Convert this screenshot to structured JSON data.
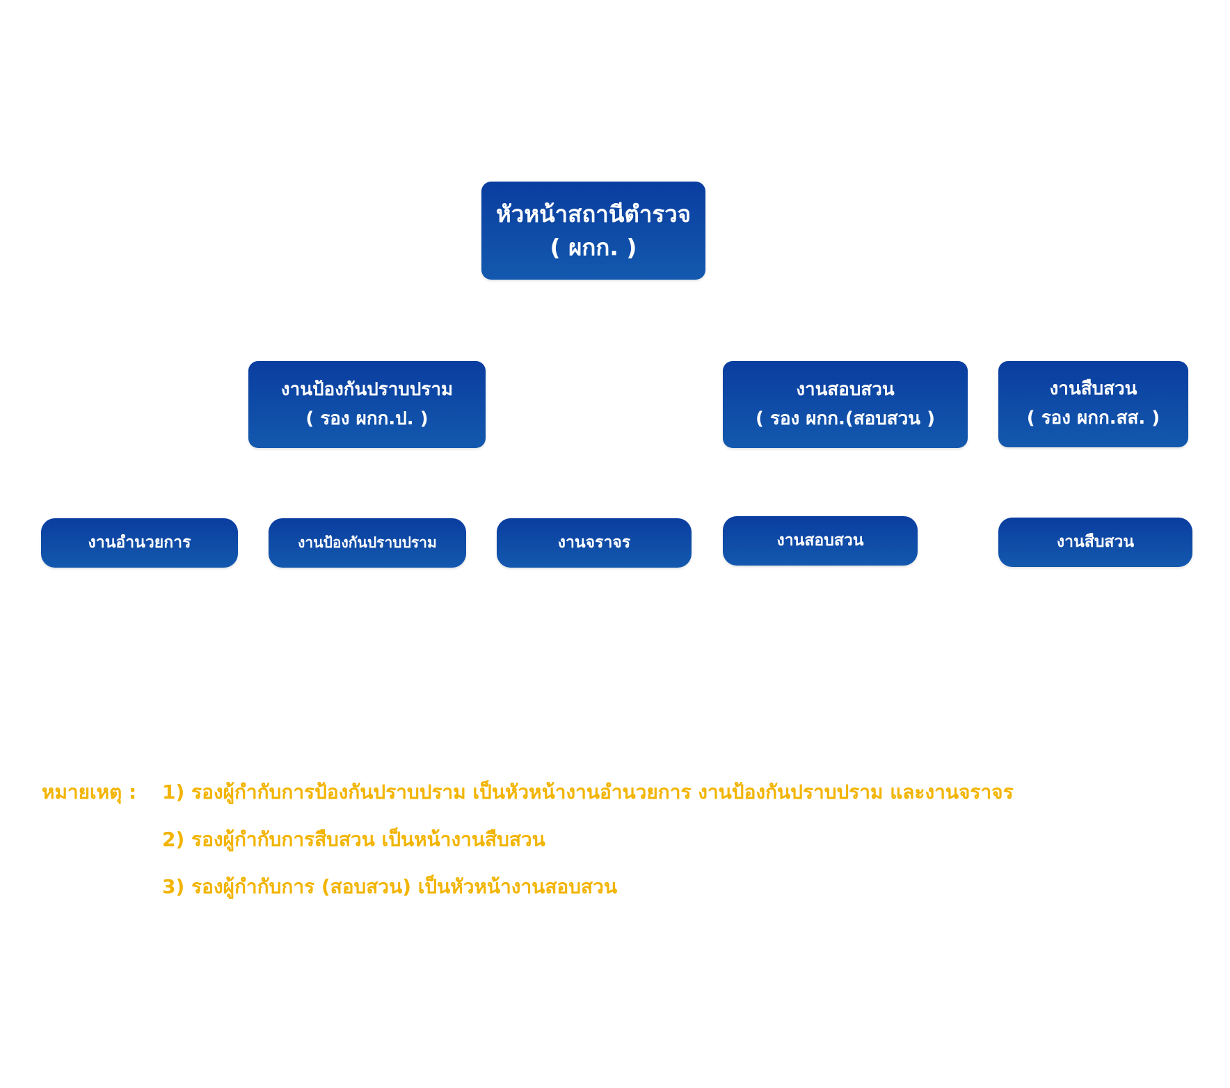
{
  "chart": {
    "top": {
      "line1": "หัวหน้าสถานีตำรวจ",
      "line2": "( ผกก. )"
    },
    "deputies": [
      {
        "line1": "งานป้องกันปราบปราม",
        "line2": "( รอง ผกก.ป. )"
      },
      {
        "line1": "งานสอบสวน",
        "line2": "( รอง ผกก.(สอบสวน )"
      },
      {
        "line1": "งานสืบสวน",
        "line2": "( รอง ผกก.สส. )"
      }
    ],
    "units": [
      "งานอำนวยการ",
      "งานป้องกันปราบปราม",
      "งานจราจร",
      "งานสอบสวน",
      "งานสืบสวน"
    ]
  },
  "notes": {
    "label": "หมายเหตุ :",
    "items": [
      "1) รองผู้กำกับการป้องกันปราบปราม เป็นหัวหน้างานอำนวยการ งานป้องกันปราบปราม และงานจราจร",
      "2) รองผู้กำกับการสืบสวน เป็นหน้างานสืบสวน",
      "3) รองผู้กำกับการ (สอบสวน) เป็นหัวหน้างานสอบสวน"
    ]
  },
  "colors": {
    "box_top": "#0a3d9f",
    "box_bottom": "#1359ae",
    "box_text": "#ffffff",
    "note_text": "#f2b400"
  }
}
